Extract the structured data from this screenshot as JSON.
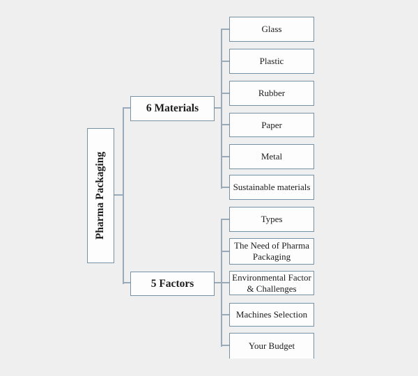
{
  "diagram": {
    "root": {
      "label": "Pharma Packaging"
    },
    "branches": [
      {
        "label": "6 Materials",
        "children": [
          "Glass",
          "Plastic",
          "Rubber",
          "Paper",
          "Metal",
          "Sustainable materials"
        ]
      },
      {
        "label": "5 Factors",
        "children": [
          "Types",
          "The Need of Pharma Packaging",
          "Environmental Factor & Challenges",
          "Machines Selection",
          "Your Budget"
        ]
      }
    ],
    "colors": {
      "background": "#efeff0",
      "box_fill": "#fdfdfe",
      "box_border": "#7491a6",
      "connector": "#98aab9",
      "text": "#1c1c1c"
    }
  }
}
